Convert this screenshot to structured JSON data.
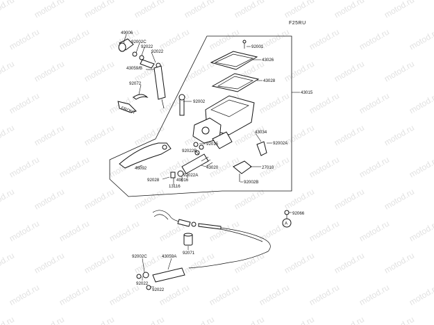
{
  "diagram_code": "F25RU",
  "watermark_text": "motod.ru",
  "arrow_label": "FRONT",
  "marker_letter": "A",
  "parts": {
    "p49006": "49006",
    "p92002C_top": "92002C",
    "p92022_top1": "92022",
    "p92022_top2": "92022",
    "p43059B": "43059/B",
    "p92072": "92072",
    "p92001": "92001",
    "p43026": "43026",
    "p43028": "43028",
    "p43015": "43015",
    "p92002": "92002",
    "p43034": "43034",
    "p92015": "92015",
    "p92002A": "92002A",
    "p92022B": "92022B",
    "p43020": "43020",
    "p27010": "27010",
    "p46092": "46092",
    "p92022A": "92022A",
    "p49016": "49016",
    "p92028": "92028",
    "p13116": "13116",
    "p92002B": "92002B",
    "p92066": "92066",
    "p92071": "92071",
    "p92002C_bot": "92002C",
    "p43059A": "43059A",
    "p92022_bot1": "92022",
    "p92022_bot2": "92022"
  }
}
